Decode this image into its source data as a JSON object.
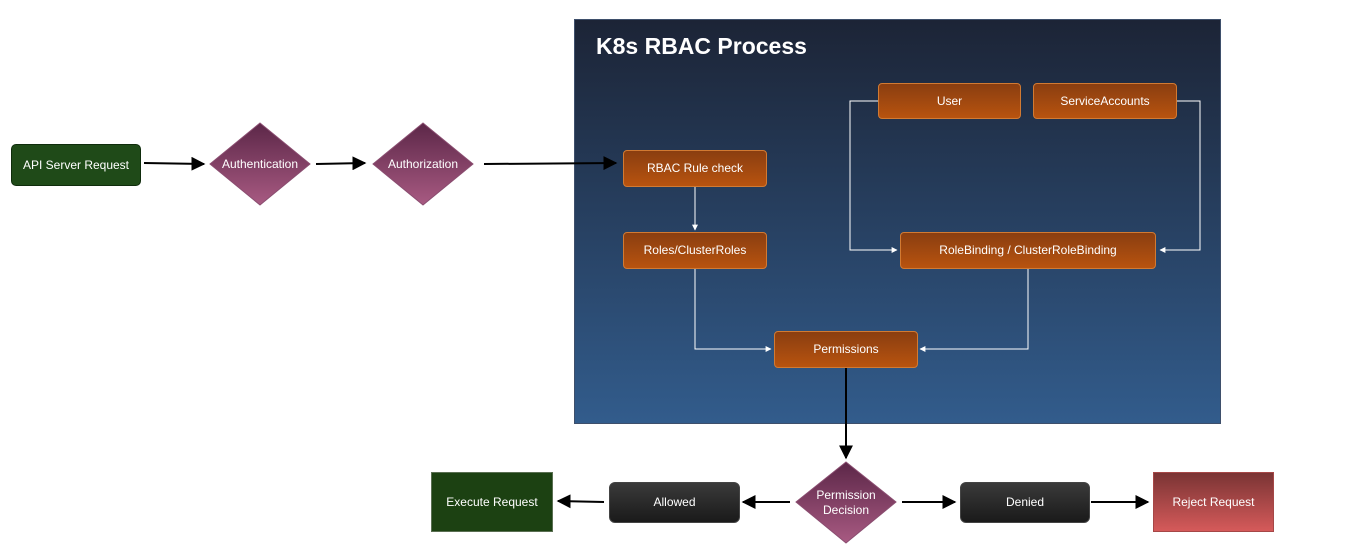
{
  "panel": {
    "title": "K8s RBAC Process"
  },
  "nodes": {
    "api_request": "API Server Request",
    "authentication": "Authentication",
    "authorization": "Authorization",
    "rbac_rule_check": "RBAC Rule check",
    "roles": "Roles/ClusterRoles",
    "user": "User",
    "service_accounts": "ServiceAccounts",
    "role_binding": "RoleBinding / ClusterRoleBinding",
    "permissions": "Permissions",
    "permission_decision": "Permission Decision",
    "allowed": "Allowed",
    "denied": "Denied",
    "execute_request": "Execute Request",
    "reject_request": "Reject Request"
  },
  "colors": {
    "start_box": "#1f4a18",
    "decision_diamond": "#7c3a60",
    "process_box": "#b8530f",
    "outcome_box": "#1a1a1a",
    "reject_box": "#d55a5a",
    "panel_top": "#1c2436",
    "panel_bottom": "#325c8c"
  }
}
